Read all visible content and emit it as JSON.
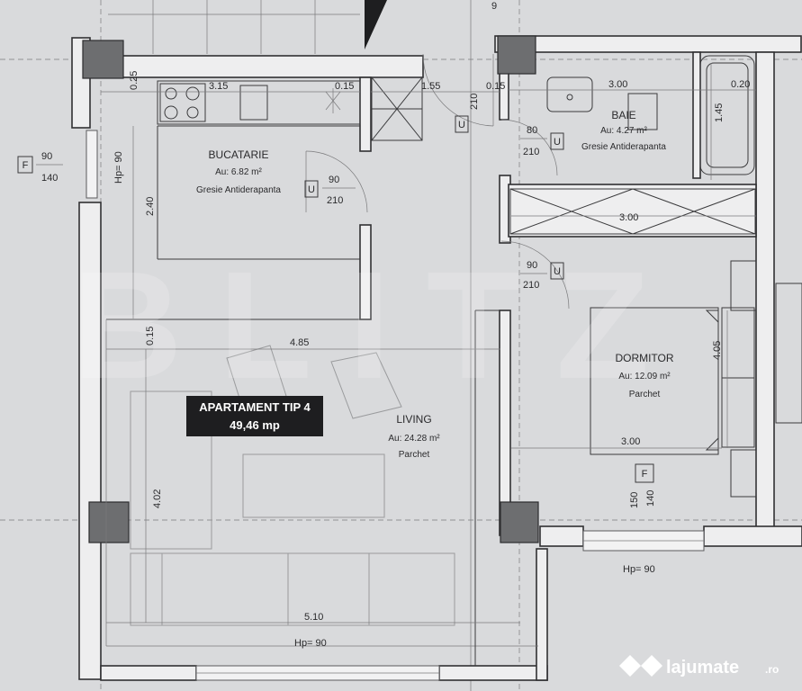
{
  "plan": {
    "apartment_label": "APARTAMENT TIP 4",
    "apartment_area": "49,46 mp",
    "watermark": "BLITZ",
    "rooms": {
      "bucatarie": {
        "name": "BUCATARIE",
        "area": "Au: 6.82 m²",
        "finish": "Gresie Antiderapanta"
      },
      "baie": {
        "name": "BAIE",
        "area": "Au: 4.27 m²",
        "finish": "Gresie Antiderapanta"
      },
      "living": {
        "name": "LIVING",
        "area": "Au: 24.28 m²",
        "finish": "Parchet"
      },
      "dormitor": {
        "name": "DORMITOR",
        "area": "Au: 12.09 m²",
        "finish": "Parchet"
      }
    },
    "dimensions": {
      "d_315": "3.15",
      "d_015a": "0.15",
      "d_015b": "0.15",
      "d_025": "0.25",
      "d_155": "1.55",
      "d_210a": "210",
      "d_300a": "3.00",
      "d_020": "0.20",
      "d_145": "1.45",
      "d_240": "2.40",
      "d_015c": "0.15",
      "d_485": "4.85",
      "d_402": "4.02",
      "d_510": "5.10",
      "d_300b": "3.00",
      "d_300c": "3.00",
      "d_405": "4.05",
      "d_9": "9",
      "hp_kitchen": "Hp= 90",
      "hp_living": "Hp= 90",
      "hp_bedroom": "Hp= 90"
    },
    "doors": {
      "kitchen": {
        "w": "90",
        "h": "210",
        "tag": "U"
      },
      "bath": {
        "w": "80",
        "h": "210",
        "tag": "U"
      },
      "bedroom": {
        "w": "90",
        "h": "210",
        "tag": "U"
      },
      "entry": {
        "tag": "U"
      }
    },
    "windows": {
      "kitchen": {
        "tag": "F",
        "w": "90",
        "h": "140"
      },
      "bedroom": {
        "tag": "F",
        "w": "150",
        "h": "140"
      }
    },
    "logo": {
      "brand": "lajumate",
      "tld": ".ro"
    }
  },
  "colors": {
    "background": "#d9dadc",
    "wall_fill": "#eeeeef",
    "column": "#6d6e70",
    "lines": "#303032",
    "badge": "#1e1e20"
  }
}
